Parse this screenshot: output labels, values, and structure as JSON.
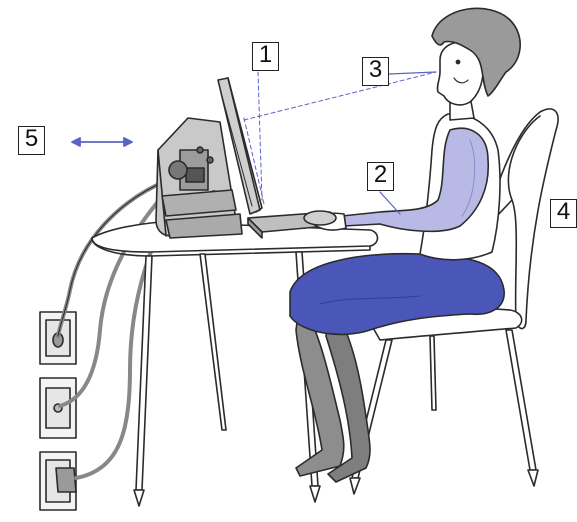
{
  "diagram": {
    "callouts": [
      {
        "id": "1",
        "label": "1"
      },
      {
        "id": "2",
        "label": "2"
      },
      {
        "id": "3",
        "label": "3"
      },
      {
        "id": "4",
        "label": "4"
      },
      {
        "id": "5",
        "label": "5"
      }
    ],
    "colors": {
      "outline": "#2b2b2b",
      "sweater": "#b9b9e6",
      "skirt": "#4a56b8",
      "legs": "#8d8d8d",
      "hair": "#9a9a9a",
      "device": "#bdbdbd",
      "accent_blue": "#5a64c8"
    }
  }
}
